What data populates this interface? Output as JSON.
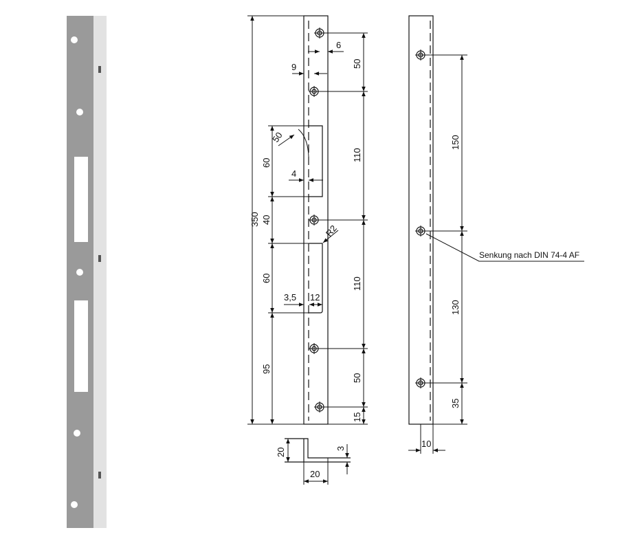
{
  "photo": {
    "colors": {
      "face": "#9a9a9a",
      "side": "#e2e2e2"
    }
  },
  "front_view": {
    "overall_length": "350",
    "hole_offsets": [
      "6",
      "9"
    ],
    "left_chain": [
      "60",
      "40",
      "60",
      "95"
    ],
    "right_chain": [
      "50",
      "110",
      "110",
      "50",
      "15"
    ],
    "slot_labels": {
      "radius_large": "50",
      "inset_top": "4",
      "radius_small": "R2",
      "inset_bottom": "3,5",
      "width_bottom": "12"
    }
  },
  "profile": {
    "height": "20",
    "width": "20",
    "thickness": "3"
  },
  "side_view": {
    "chain": [
      "150",
      "130",
      "35"
    ],
    "width": "10",
    "note": "Senkung nach DIN 74-4 AF"
  }
}
